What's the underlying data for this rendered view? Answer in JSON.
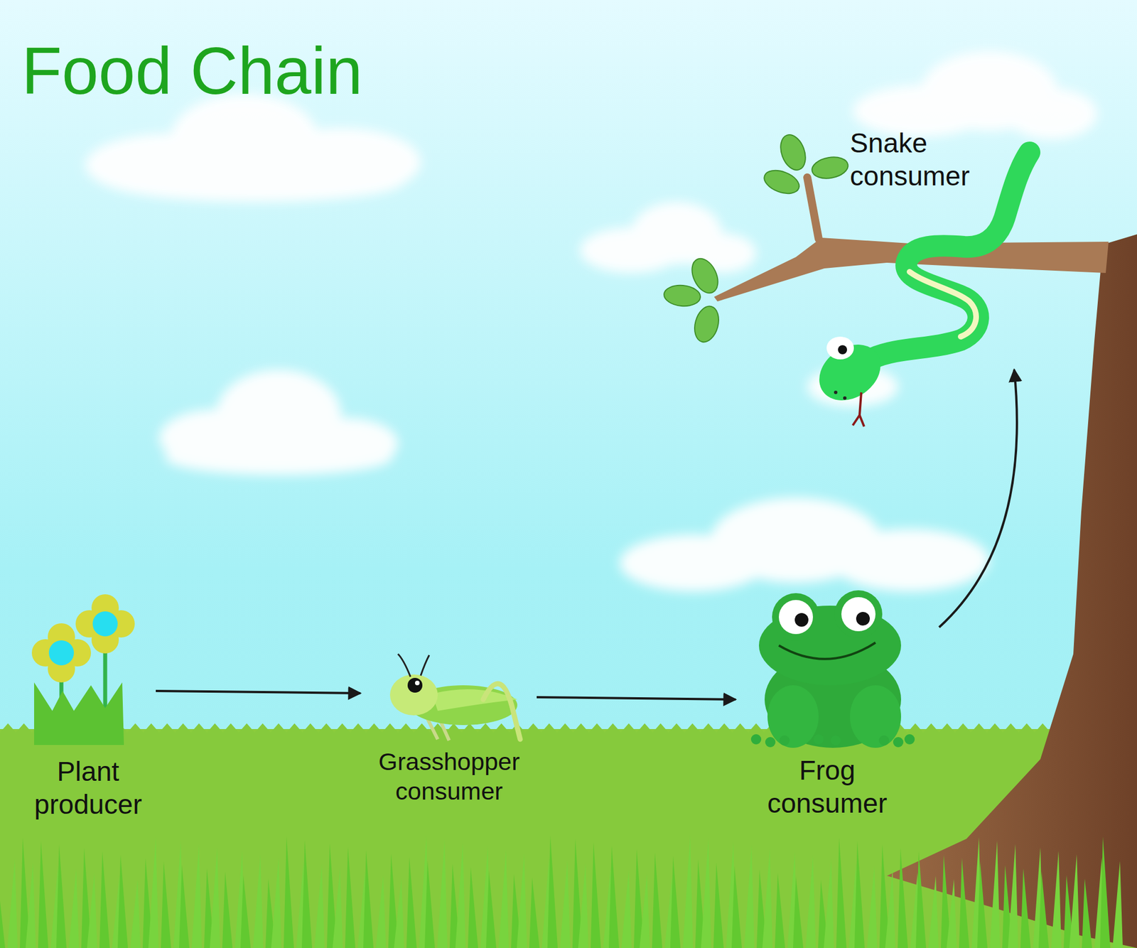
{
  "diagram": {
    "title": "Food Chain",
    "nodes": [
      {
        "text": [
          "Plant producer"
        ]
      },
      {
        "text": [
          "Grasshopper consumer"
        ]
      },
      {
        "text": [
          "Frog consumer"
        ]
      },
      {
        "text": [
          "Snake consumer"
        ]
      }
    ],
    "edges": [
      {
        "from": 0,
        "to": 1,
        "arrow": "to"
      },
      {
        "from": 1,
        "to": 2,
        "arrow": "to"
      },
      {
        "from": 2,
        "to": 3,
        "arrow": "to"
      }
    ]
  }
}
